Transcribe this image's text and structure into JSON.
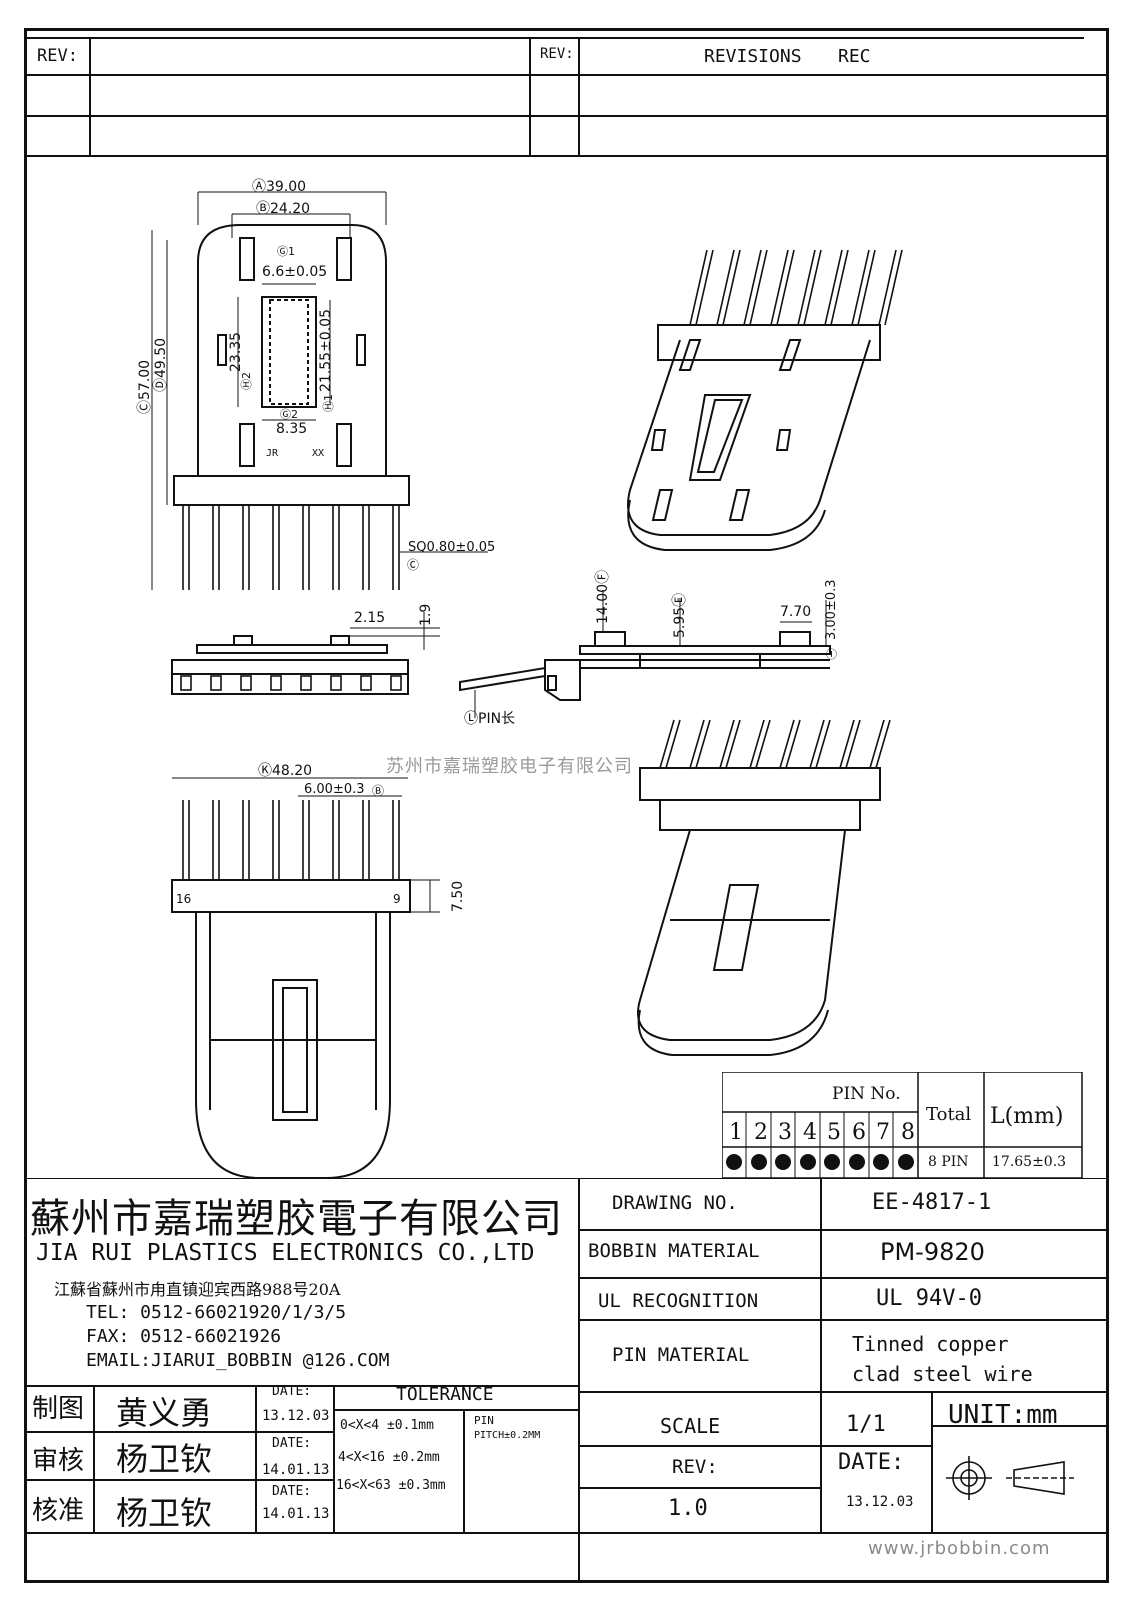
{
  "revision_block": {
    "rev_label_left": "REV:",
    "rev_label_right": "REV:",
    "revisions_label": "REVISIONS",
    "rec_label": "REC"
  },
  "dimensions": {
    "d_a": "Ⓐ39.00",
    "d_b": "Ⓑ24.20",
    "d_g1_mark": "Ⓖ1",
    "d_g1": "6.6±0.05",
    "d_g2_mark": "Ⓖ2",
    "d_g2": "8.35",
    "d_h2_mark": "Ⓗ2",
    "d_h2": "23.35",
    "d_h1_mark": "Ⓗ1",
    "d_h1": "21.55±0.05",
    "d_c": "Ⓒ57.00",
    "d_d": "Ⓓ49.50",
    "mark_jr": "JR",
    "mark_xx": "XX",
    "d_sq": "SQ0.80±0.05",
    "d_sq_mark": "Ⓒ",
    "d_215": "2.15",
    "d_19": "1.9",
    "d_f": "14.00Ⓕ",
    "d_e": "5.95Ⓔ",
    "d_770": "7.70",
    "d_300": "3.00±0.3",
    "d_i_mark": "Ⓘ",
    "pin_len": "ⓁPIN长",
    "d_k": "Ⓚ48.20",
    "d_pitch": "6.00±0.3",
    "d_pitch_mark": "Ⓑ",
    "pin16": "16",
    "pin9": "9",
    "d_750": "7.50",
    "watermark": "苏州市嘉瑞塑胶电子有限公司"
  },
  "pin_table": {
    "header": "PIN No.",
    "total_label": "Total",
    "length_label": "L(mm)",
    "pins": [
      "1",
      "2",
      "3",
      "4",
      "5",
      "6",
      "7",
      "8"
    ],
    "total_value": "8 PIN",
    "length_value": "17.65±0.3"
  },
  "company": {
    "name_cn": "蘇州市嘉瑞塑胶電子有限公司",
    "name_en": "JIA RUI PLASTICS ELECTRONICS CO.,LTD",
    "address": "江蘇省蘇州市甪直镇迎宾西路988号20A",
    "tel": "TEL: 0512-66021920/1/3/5",
    "fax": "FAX: 0512-66021926",
    "email": "EMAIL:JIARUI_BOBBIN @126.COM"
  },
  "spec": {
    "drawing_no_label": "DRAWING  NO.",
    "drawing_no": "EE-4817-1",
    "bobbin_material_label": "BOBBIN  MATERIAL",
    "bobbin_material": "PM-9820",
    "ul_label": "UL RECOGNITION",
    "ul_value": "UL 94V-0",
    "pin_material_label": "PIN MATERIAL",
    "pin_material_line1": "Tinned copper",
    "pin_material_line2": "clad steel wire",
    "scale_label": "SCALE",
    "scale_value": "1/1",
    "unit": "UNIT:mm",
    "rev_label": "REV:",
    "rev_value": "1.0",
    "date_label": "DATE:",
    "date_value": "13.12.03"
  },
  "signoff": {
    "rows": [
      {
        "role": "制图",
        "name": "黄义勇",
        "date_label": "DATE:",
        "date": "13.12.03"
      },
      {
        "role": "审核",
        "name": "杨卫钦",
        "date_label": "DATE:",
        "date": "14.01.13"
      },
      {
        "role": "核准",
        "name": "杨卫钦",
        "date_label": "DATE:",
        "date": "14.01.13"
      }
    ]
  },
  "tolerance": {
    "title": "TOLERANCE",
    "rows": [
      "0<X<4  ±0.1mm",
      "4<X<16 ±0.2mm",
      "16<X<63 ±0.3mm"
    ],
    "pin_label": "PIN",
    "pitch": "PITCH±0.2MM"
  },
  "footer_url": "www.jrbobbin.com"
}
